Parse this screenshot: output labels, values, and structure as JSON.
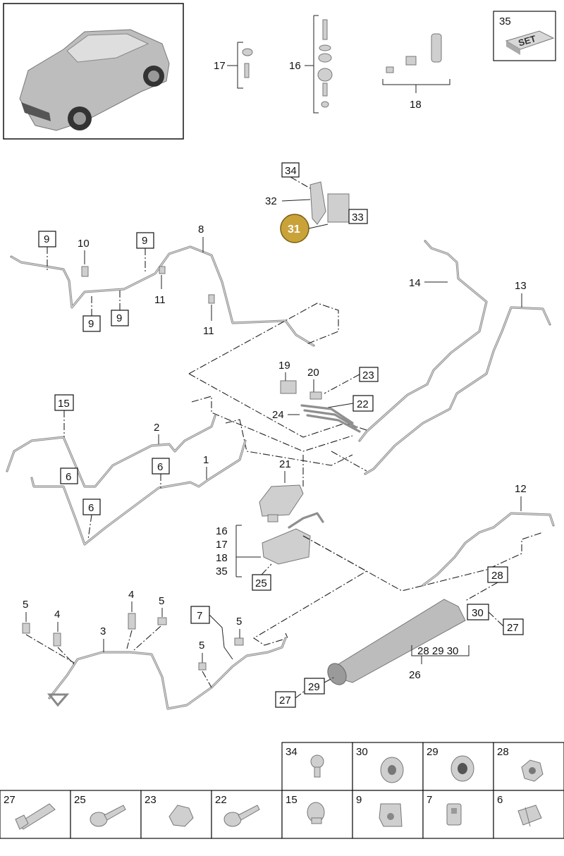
{
  "labels": {
    "l17a": "17",
    "l16a": "16",
    "l18a": "18",
    "l35a": "35",
    "set": "SET",
    "l34": "34",
    "l32": "32",
    "l33": "33",
    "l31": "31",
    "l9a": "9",
    "l10": "10",
    "l9b": "9",
    "l8": "8",
    "l11a": "11",
    "l11b": "11",
    "l9c": "9",
    "l9d": "9",
    "l14": "14",
    "l13": "13",
    "l19": "19",
    "l20": "20",
    "l23": "23",
    "l22": "22",
    "l24": "24",
    "l15": "15",
    "l2": "2",
    "l1": "1",
    "l6a": "6",
    "l6b": "6",
    "l6c": "6",
    "l21": "21",
    "l12": "12",
    "l16b": "16",
    "l17b": "17",
    "l18b": "18",
    "l35b": "35",
    "l25": "25",
    "l28": "28",
    "l30": "30",
    "l27a": "27",
    "l5a": "5",
    "l4a": "4",
    "l4b": "4",
    "l5b": "5",
    "l3": "3",
    "l7": "7",
    "l5c": "5",
    "l5d": "5",
    "l282930": "28 29 30",
    "l26": "26",
    "l29": "29",
    "l27b": "27"
  },
  "legend": {
    "row1": [
      {
        "num": "34",
        "icon": "clip-icon"
      },
      {
        "num": "30",
        "icon": "grommet-icon"
      },
      {
        "num": "29",
        "icon": "grommet-icon"
      },
      {
        "num": "28",
        "icon": "nut-icon"
      }
    ],
    "row2": [
      {
        "num": "27",
        "icon": "bolt-icon"
      },
      {
        "num": "25",
        "icon": "screw-icon"
      },
      {
        "num": "23",
        "icon": "nut-icon"
      },
      {
        "num": "22",
        "icon": "screw-icon"
      },
      {
        "num": "15",
        "icon": "clip-icon"
      },
      {
        "num": "9",
        "icon": "holder-icon"
      },
      {
        "num": "7",
        "icon": "clip-icon"
      },
      {
        "num": "6",
        "icon": "clip-icon"
      }
    ]
  },
  "colors": {
    "highlight": "#c9a33a",
    "pipe": "#8f8f8f",
    "part": "#cfcfcf"
  }
}
